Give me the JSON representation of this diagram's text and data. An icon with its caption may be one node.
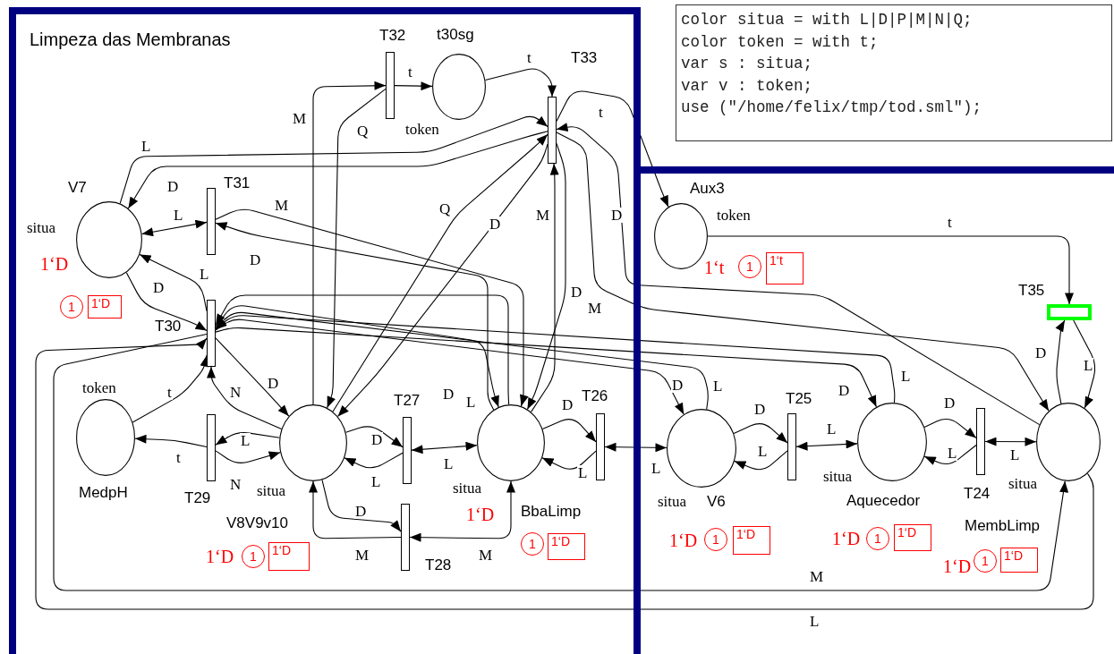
{
  "diagram": {
    "nodes": [
      {
        "text": [
          "Limpeza das Membranas"
        ]
      },
      {
        "text": [
          "color situa = with L|D|P|M|N|Q;",
          "color token = with t;",
          "var s : situa;",
          "var v : token;",
          "use (\"/home/felix/tmp/tod.sml\");"
        ]
      },
      {
        "text": [],
        "shape": "box"
      },
      {
        "text": [
          "T32"
        ],
        "in": 0
      },
      {
        "text": [
          "t30sg"
        ],
        "beside": [
          "token"
        ],
        "in": 0
      },
      {
        "text": [
          "T33"
        ],
        "in": 0
      },
      {
        "text": [
          "V7"
        ],
        "beside": [
          "situa"
        ],
        "in": 0
      },
      {
        "text": [
          "T31"
        ],
        "in": 0
      },
      {
        "text": [
          "T30"
        ],
        "in": 0
      },
      {
        "text": [
          "MedpH"
        ],
        "beside": [
          "token"
        ],
        "in": 0
      },
      {
        "text": [
          "T29"
        ],
        "in": 0
      },
      {
        "text": [
          "V8V9v10"
        ],
        "beside": [
          "situa"
        ],
        "in": 0
      },
      {
        "text": [
          "T27"
        ],
        "in": 0
      },
      {
        "text": [
          "BbaLimp"
        ],
        "beside": [
          "situa"
        ],
        "in": 0
      },
      {
        "text": [
          "T26"
        ],
        "in": 0
      },
      {
        "text": [
          "T28"
        ],
        "in": 0
      },
      {
        "text": [
          "Aux3"
        ],
        "beside": [
          "token"
        ],
        "in": 2
      },
      {
        "text": [
          "T35"
        ],
        "in": 2
      },
      {
        "text": [
          "V6"
        ],
        "beside": [
          "situa"
        ],
        "in": 2
      },
      {
        "text": [
          "T25"
        ],
        "in": 2
      },
      {
        "text": [
          "Aquecedor"
        ],
        "beside": [
          "situa"
        ],
        "in": 2
      },
      {
        "text": [
          "T24"
        ],
        "in": 2
      },
      {
        "text": [
          "MembLimp"
        ],
        "beside": [
          "situa"
        ],
        "in": 2
      },
      {
        "text": [
          "1"
        ],
        "in": 0
      },
      {
        "text": [
          "1‘D"
        ],
        "in": 0
      },
      {
        "text": [
          "1"
        ],
        "in": 0
      },
      {
        "text": [
          "1‘D"
        ],
        "in": 0
      },
      {
        "text": [
          "1"
        ],
        "in": 0
      },
      {
        "text": [
          "1‘D"
        ],
        "in": 0
      },
      {
        "text": [
          "1"
        ],
        "in": 2
      },
      {
        "text": [
          "1‘t"
        ],
        "in": 2
      },
      {
        "text": [
          "1"
        ],
        "in": 2
      },
      {
        "text": [
          "1‘D"
        ],
        "in": 2
      },
      {
        "text": [
          "1"
        ],
        "in": 2
      },
      {
        "text": [
          "1‘D"
        ],
        "in": 2
      },
      {
        "text": [
          "1"
        ],
        "in": 2
      },
      {
        "text": [
          "1‘D"
        ],
        "in": 2
      }
    ],
    "edges": [
      {
        "from": 11,
        "to": 3,
        "arrow": "to",
        "label": "M"
      },
      {
        "from": 3,
        "to": 11,
        "arrow": "to",
        "label": "Q"
      },
      {
        "from": 3,
        "to": 4,
        "arrow": "to",
        "label": "t"
      },
      {
        "from": 4,
        "to": 5,
        "arrow": "to",
        "label": "t"
      },
      {
        "from": 5,
        "to": 16,
        "arrow": "to",
        "label": "t"
      },
      {
        "from": 16,
        "to": 17,
        "arrow": "to",
        "label": "t"
      },
      {
        "from": 6,
        "to": 5,
        "arrow": "to",
        "label": "L"
      },
      {
        "from": 5,
        "to": 6,
        "arrow": "to",
        "label": "D"
      },
      {
        "from": 11,
        "to": 5,
        "arrow": "to",
        "label": "Q"
      },
      {
        "from": 5,
        "to": 11,
        "arrow": "to",
        "label": "D"
      },
      {
        "from": 13,
        "to": 5,
        "arrow": "to",
        "label": "M"
      },
      {
        "from": 5,
        "to": 13,
        "arrow": "to",
        "label": "D"
      },
      {
        "from": 22,
        "to": 5,
        "arrow": "to",
        "label": "D"
      },
      {
        "from": 5,
        "to": 22,
        "arrow": "to",
        "label": "M"
      },
      {
        "from": 6,
        "to": 7,
        "arrow": "both",
        "label": "L"
      },
      {
        "from": 7,
        "to": 13,
        "arrow": "to",
        "label": "M"
      },
      {
        "from": 13,
        "to": 7,
        "arrow": "to",
        "label": "D"
      },
      {
        "from": 8,
        "to": 6,
        "arrow": "to",
        "label": "L"
      },
      {
        "from": 6,
        "to": 8,
        "arrow": "to",
        "label": "D"
      },
      {
        "from": 9,
        "to": 8,
        "arrow": "to",
        "label": "t"
      },
      {
        "from": 8,
        "to": 11,
        "arrow": "to",
        "label": "D"
      },
      {
        "from": 11,
        "to": 8,
        "arrow": "to",
        "label": "N"
      },
      {
        "from": 10,
        "to": 9,
        "arrow": "to",
        "label": "t"
      },
      {
        "from": 11,
        "to": 10,
        "arrow": "to",
        "label": "L"
      },
      {
        "from": 10,
        "to": 11,
        "arrow": "to",
        "label": "N"
      },
      {
        "from": 11,
        "to": 12,
        "arrow": "to",
        "label": "D"
      },
      {
        "from": 12,
        "to": 11,
        "arrow": "to",
        "label": "L"
      },
      {
        "from": 12,
        "to": 13,
        "arrow": "both",
        "label": "L"
      },
      {
        "from": 11,
        "to": 15,
        "arrow": "to",
        "label": "D"
      },
      {
        "from": 15,
        "to": 11,
        "arrow": "to",
        "label": "M"
      },
      {
        "from": 15,
        "to": 13,
        "arrow": "both",
        "label": "M"
      },
      {
        "from": 8,
        "to": 13,
        "arrow": "to",
        "label": "D"
      },
      {
        "from": 13,
        "to": 8,
        "arrow": "to",
        "label": "L"
      },
      {
        "from": 13,
        "to": 14,
        "arrow": "to",
        "label": "D"
      },
      {
        "from": 14,
        "to": 13,
        "arrow": "to",
        "label": "L"
      },
      {
        "from": 14,
        "to": 18,
        "arrow": "both",
        "label": "L"
      },
      {
        "from": 8,
        "to": 18,
        "arrow": "to",
        "label": "D"
      },
      {
        "from": 18,
        "to": 8,
        "arrow": "to",
        "label": "L"
      },
      {
        "from": 18,
        "to": 19,
        "arrow": "to",
        "label": "D"
      },
      {
        "from": 19,
        "to": 18,
        "arrow": "to",
        "label": "L"
      },
      {
        "from": 19,
        "to": 20,
        "arrow": "both",
        "label": "L"
      },
      {
        "from": 8,
        "to": 20,
        "arrow": "to",
        "label": "D"
      },
      {
        "from": 20,
        "to": 8,
        "arrow": "to",
        "label": "L"
      },
      {
        "from": 20,
        "to": 21,
        "arrow": "to",
        "label": "D"
      },
      {
        "from": 21,
        "to": 20,
        "arrow": "to",
        "label": "L"
      },
      {
        "from": 21,
        "to": 22,
        "arrow": "both",
        "label": "L"
      },
      {
        "from": 22,
        "to": 17,
        "arrow": "to",
        "label": "D"
      },
      {
        "from": 17,
        "to": 22,
        "arrow": "to",
        "label": "L"
      },
      {
        "from": 8,
        "to": 22,
        "arrow": "to",
        "label": "M"
      },
      {
        "from": 22,
        "to": 8,
        "arrow": "to",
        "label": "L"
      }
    ],
    "labels": [
      "1‘D",
      "1‘t",
      "1‘D",
      "1‘D",
      "1‘D",
      "1‘D",
      "1‘D"
    ]
  }
}
